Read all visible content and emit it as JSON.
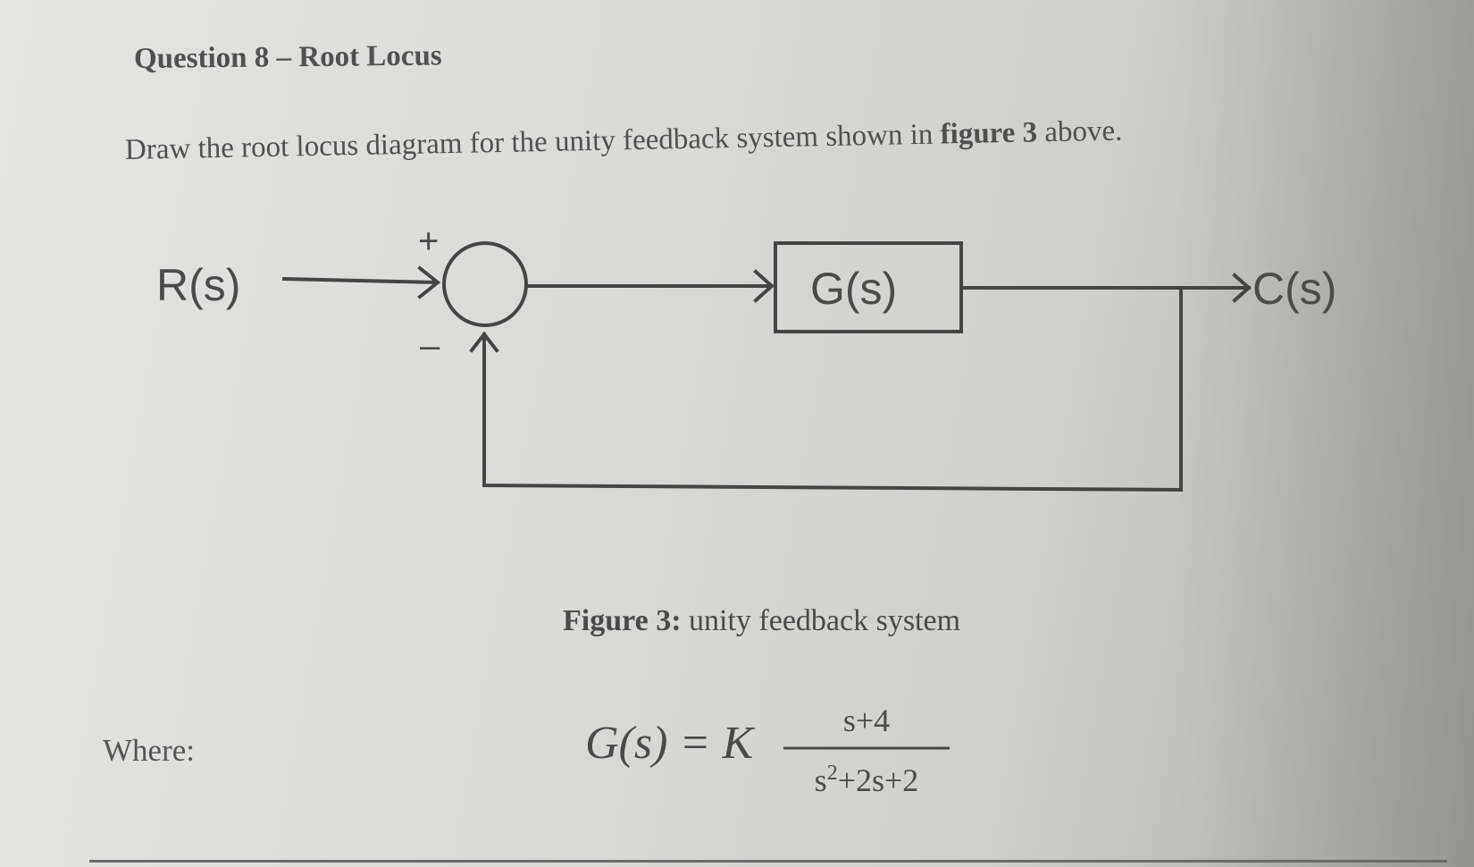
{
  "header": {
    "title": "Question 8 – Root Locus"
  },
  "instruction": {
    "before": "Draw the root locus diagram for the unity feedback system shown in ",
    "emph": "figure 3",
    "after": " above."
  },
  "diagram": {
    "input_label": "R(s)",
    "output_label": "C(s)",
    "block_label": "G(s)",
    "plus_sign": "+",
    "minus_sign": "–"
  },
  "caption": {
    "bold": "Figure 3:",
    "text": " unity feedback system"
  },
  "where": "Where:",
  "equation": {
    "lhs": "G(s) = K",
    "numerator": "s+4",
    "denominator_base": "s",
    "denominator_exp": "2",
    "denominator_rest": "+2s+2"
  }
}
